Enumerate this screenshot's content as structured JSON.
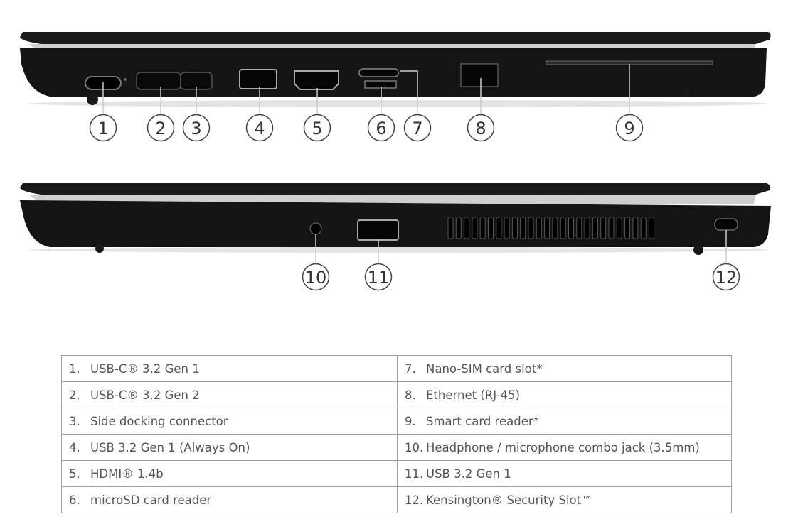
{
  "callouts": {
    "top": [
      "1",
      "2",
      "3",
      "4",
      "5",
      "6",
      "7",
      "8",
      "9"
    ],
    "bottom": [
      "10",
      "11",
      "12"
    ]
  },
  "ports": [
    {
      "num": "1.",
      "label": "USB-C® 3.2 Gen 1"
    },
    {
      "num": "2.",
      "label": "USB-C® 3.2 Gen 2"
    },
    {
      "num": "3.",
      "label": "Side docking connector"
    },
    {
      "num": "4.",
      "label": "USB 3.2 Gen 1 (Always On)"
    },
    {
      "num": "5.",
      "label": "HDMI® 1.4b"
    },
    {
      "num": "6.",
      "label": "microSD card reader"
    },
    {
      "num": "7.",
      "label": "Nano-SIM card slot*"
    },
    {
      "num": "8.",
      "label": "Ethernet (RJ-45)"
    },
    {
      "num": "9.",
      "label": "Smart card reader*"
    },
    {
      "num": "10.",
      "label": "Headphone / microphone combo jack (3.5mm)"
    },
    {
      "num": "11.",
      "label": "USB 3.2 Gen 1"
    },
    {
      "num": "12.",
      "label": "Kensington® Security Slot™"
    }
  ],
  "colors": {
    "body": "#161616",
    "port_outline": "#9a9a9a",
    "callout_stroke": "#444444",
    "table_border": "#a0a0a0",
    "text": "#555555"
  }
}
